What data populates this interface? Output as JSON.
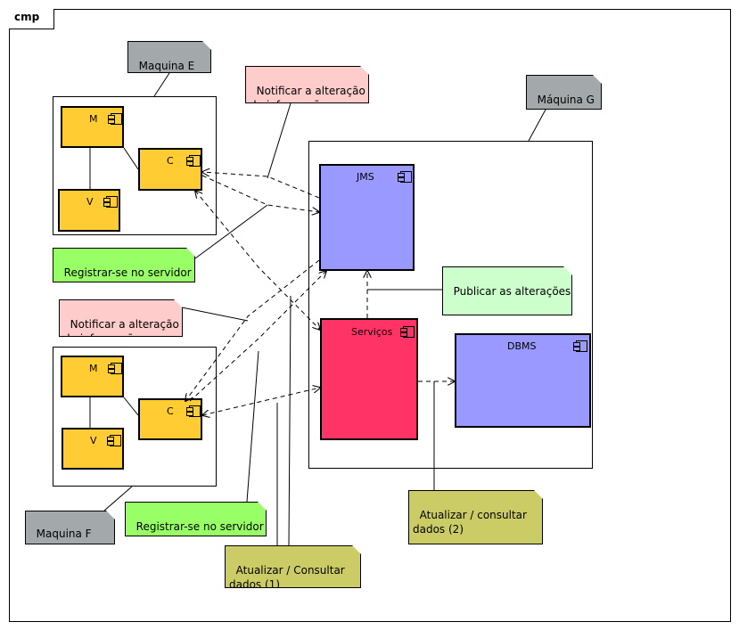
{
  "frame": {
    "tab_label": "cmp"
  },
  "machines": {
    "e": {
      "label": "Maquina E"
    },
    "f": {
      "label": "Maquina F"
    },
    "g": {
      "label": "Máquina G"
    }
  },
  "components": {
    "e_m": "M",
    "e_c": "C",
    "e_v": "V",
    "f_m": "M",
    "f_c": "C",
    "f_v": "V",
    "jms": "JMS",
    "servicos": "Serviços",
    "dbms": "DBMS"
  },
  "notes": {
    "notificar_top": "Notificar a alteração\nde informações",
    "registrar_top": "Registrar-se no servidor\nde mensagens",
    "notificar_mid": "Notificar a alteração\nde informações",
    "publicar": "Publicar as alterações",
    "registrar_bottom": "Registrar-se no servidor\nde mensagens",
    "atualizar_1": "Atualizar / Consultar\ndados (1)",
    "atualizar_2": "Atualizar / consultar\ndados (2)"
  },
  "colors": {
    "component_orange": "#FFCC33",
    "jms_blue": "#9999FF",
    "dbms_blue": "#9999FF",
    "servicos_red": "#FF3366",
    "machine_gray": "#A3A9AB",
    "note_pink": "#FFCCCC",
    "note_green": "#99FF66",
    "note_light_green": "#CCFFCC",
    "note_olive": "#CCCC66"
  }
}
